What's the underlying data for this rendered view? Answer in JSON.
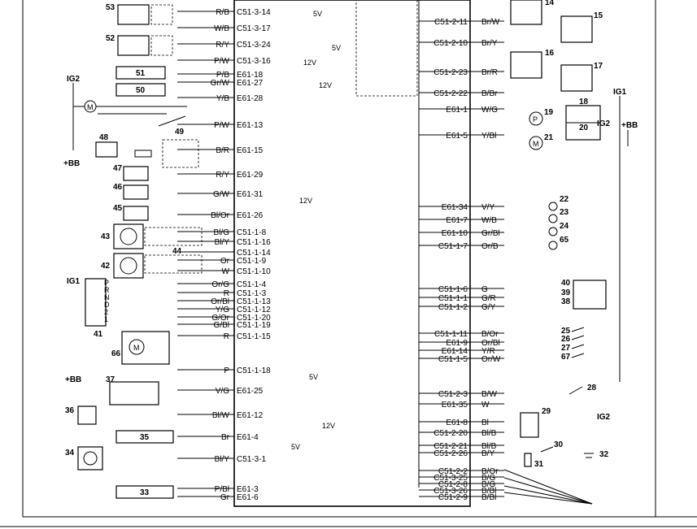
{
  "left_pins": [
    {
      "color": "R/B",
      "pin": "C51-3-14"
    },
    {
      "color": "W/B",
      "pin": "C51-3-17"
    },
    {
      "color": "R/Y",
      "pin": "C51-3-24"
    },
    {
      "color": "P/W",
      "pin": "C51-3-16"
    },
    {
      "color": "P/B",
      "pin": "E61-18"
    },
    {
      "color": "Gr/W",
      "pin": "E61-27"
    },
    {
      "color": "Y/B",
      "pin": "E61-28"
    },
    {
      "color": "P/W",
      "pin": "E61-13"
    },
    {
      "color": "B/R",
      "pin": "E61-15"
    },
    {
      "color": "R/Y",
      "pin": "E61-29"
    },
    {
      "color": "G/W",
      "pin": "E61-31"
    },
    {
      "color": "Bl/Or",
      "pin": "E61-26"
    },
    {
      "color": "Bl/G",
      "pin": "C51-1-8"
    },
    {
      "color": "Bl/Y",
      "pin": "C51-1-16"
    },
    {
      "color": "",
      "pin": "C51-1-14"
    },
    {
      "color": "Or",
      "pin": "C51-1-9"
    },
    {
      "color": "W",
      "pin": "C51-1-10"
    },
    {
      "color": "Or/G",
      "pin": "C51-1-4"
    },
    {
      "color": "R",
      "pin": "C51-1-3"
    },
    {
      "color": "Or/Bl",
      "pin": "C51-1-13"
    },
    {
      "color": "Y/G",
      "pin": "C51-1-12"
    },
    {
      "color": "G/Or",
      "pin": "C51-1-20"
    },
    {
      "color": "G/Bl",
      "pin": "C51-1-19"
    },
    {
      "color": "R",
      "pin": "C51-1-15"
    },
    {
      "color": "P",
      "pin": "C51-1-18"
    },
    {
      "color": "V/G",
      "pin": "E61-25"
    },
    {
      "color": "Bl/W",
      "pin": "E61-12"
    },
    {
      "color": "Br",
      "pin": "E61-4"
    },
    {
      "color": "Bl/Y",
      "pin": "C51-3-1"
    },
    {
      "color": "P/Bl",
      "pin": "E61-3"
    },
    {
      "color": "Gr",
      "pin": "E61-6"
    }
  ],
  "right_pins": [
    {
      "pin": "C51-2-11",
      "color": "Br/W"
    },
    {
      "pin": "C51-2-10",
      "color": "Br/Y"
    },
    {
      "pin": "C51-2-23",
      "color": "Br/R"
    },
    {
      "pin": "C51-2-22",
      "color": "B/Br"
    },
    {
      "pin": "E61-1",
      "color": "W/G"
    },
    {
      "pin": "E61-5",
      "color": "Y/Bl"
    },
    {
      "pin": "E61-34",
      "color": "V/Y"
    },
    {
      "pin": "E61-7",
      "color": "W/B"
    },
    {
      "pin": "E61-10",
      "color": "Gr/Bl"
    },
    {
      "pin": "C51-1-7",
      "color": "Or/B"
    },
    {
      "pin": "C51-1-6",
      "color": "G"
    },
    {
      "pin": "C51-1-1",
      "color": "G/R"
    },
    {
      "pin": "C51-1-2",
      "color": "G/Y"
    },
    {
      "pin": "C51-1-11",
      "color": "B/Or"
    },
    {
      "pin": "E61-9",
      "color": "Or/Bl"
    },
    {
      "pin": "E61-14",
      "color": "Y/R"
    },
    {
      "pin": "C51-1-5",
      "color": "Or/W"
    },
    {
      "pin": "C51-2-3",
      "color": "B/W"
    },
    {
      "pin": "E61-35",
      "color": "W"
    },
    {
      "pin": "E61-8",
      "color": "Bl"
    },
    {
      "pin": "C51-2-20",
      "color": "Bl/B"
    },
    {
      "pin": "C51-2-21",
      "color": "Bl/B"
    },
    {
      "pin": "C51-2-26",
      "color": "B/Y"
    },
    {
      "pin": "C51-2-2",
      "color": "B/Or"
    },
    {
      "pin": "C51-3-25",
      "color": "B/G"
    },
    {
      "pin": "C51-2-8",
      "color": "B/G"
    },
    {
      "pin": "C51-3-26",
      "color": "B/Bl"
    },
    {
      "pin": "C51-2-9",
      "color": "B/Bl"
    }
  ],
  "components": {
    "c53": "53",
    "c52": "52",
    "c51": "51",
    "c50": "50",
    "c49": "49",
    "c48": "48",
    "c47": "47",
    "c46": "46",
    "c45": "45",
    "c44": "44",
    "c43": "43",
    "c42": "42",
    "c41": "41",
    "c37": "37",
    "c36": "36",
    "c35": "35",
    "c34": "34",
    "c33": "33",
    "c66": "66",
    "c14": "14",
    "c15": "15",
    "c16": "16",
    "c17": "17",
    "c18": "18",
    "c19": "19",
    "c20": "20",
    "c21": "21",
    "c22": "22",
    "c23": "23",
    "c24": "24",
    "c65": "65",
    "c40": "40",
    "c39": "39",
    "c38": "38",
    "c25": "25",
    "c26": "26",
    "c27": "27",
    "c67": "67",
    "c28": "28",
    "c29": "29",
    "c30": "30",
    "c31": "31",
    "c32": "32"
  },
  "labels": {
    "ig2_top": "IG2",
    "ig1_left": "IG1",
    "bb_left": "+BB",
    "bb_left2": "+BB",
    "ig1_right": "IG1",
    "ig2_right": "IG2",
    "bb_right": "+BB",
    "ig2_bottom": "IG2",
    "v5a": "5V",
    "v5b": "5V",
    "v12a": "12V",
    "v12b": "12V",
    "v12c": "12V",
    "v5c": "5V",
    "v12d": "12V",
    "v5d": "5V",
    "sw_p": "P",
    "sw_r": "R",
    "sw_n": "N",
    "sw_d": "D",
    "sw_2": "2",
    "sw_1": "1",
    "m_motor": "M",
    "m_motor2": "M",
    "m_motor3": "M",
    "p_pump": "P"
  }
}
